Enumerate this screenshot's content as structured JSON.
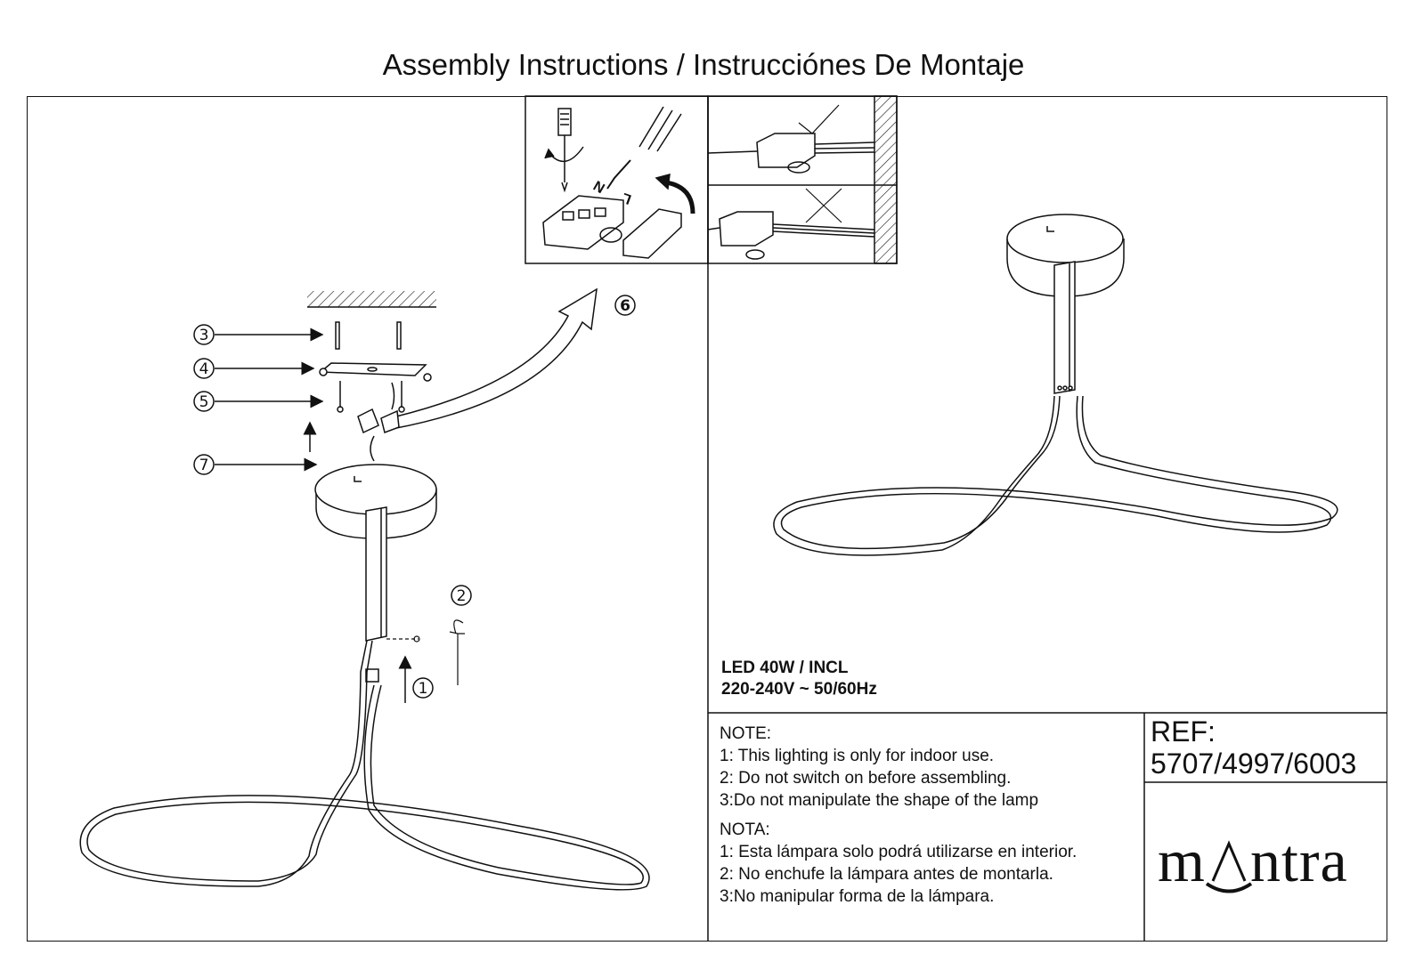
{
  "header": {
    "title": "Assembly Instructions / Instrucciónes De Montaje"
  },
  "callouts": [
    "①",
    "②",
    "③",
    "④",
    "⑤",
    "⑥",
    "⑦"
  ],
  "wiring": {
    "live_label": "L",
    "neutral_label": "N"
  },
  "specs": {
    "line1": "LED 40W / INCL",
    "line2": "220-240V ~ 50/60Hz"
  },
  "notes_en": {
    "heading": "NOTE:",
    "items": [
      "1: This lighting is only for indoor use.",
      "2: Do not switch on before assembling.",
      "3:Do not manipulate the shape of the lamp"
    ]
  },
  "notes_es": {
    "heading": "NOTA:",
    "items": [
      "1: Esta lámpara solo podrá utilizarse en interior.",
      "2: No enchufe la lámpara antes de montarla.",
      "3:No manipular forma de la lámpara."
    ]
  },
  "reference": {
    "label": "REF:",
    "value": "5707/4997/6003"
  },
  "brand": {
    "logo_text": "mantra"
  }
}
